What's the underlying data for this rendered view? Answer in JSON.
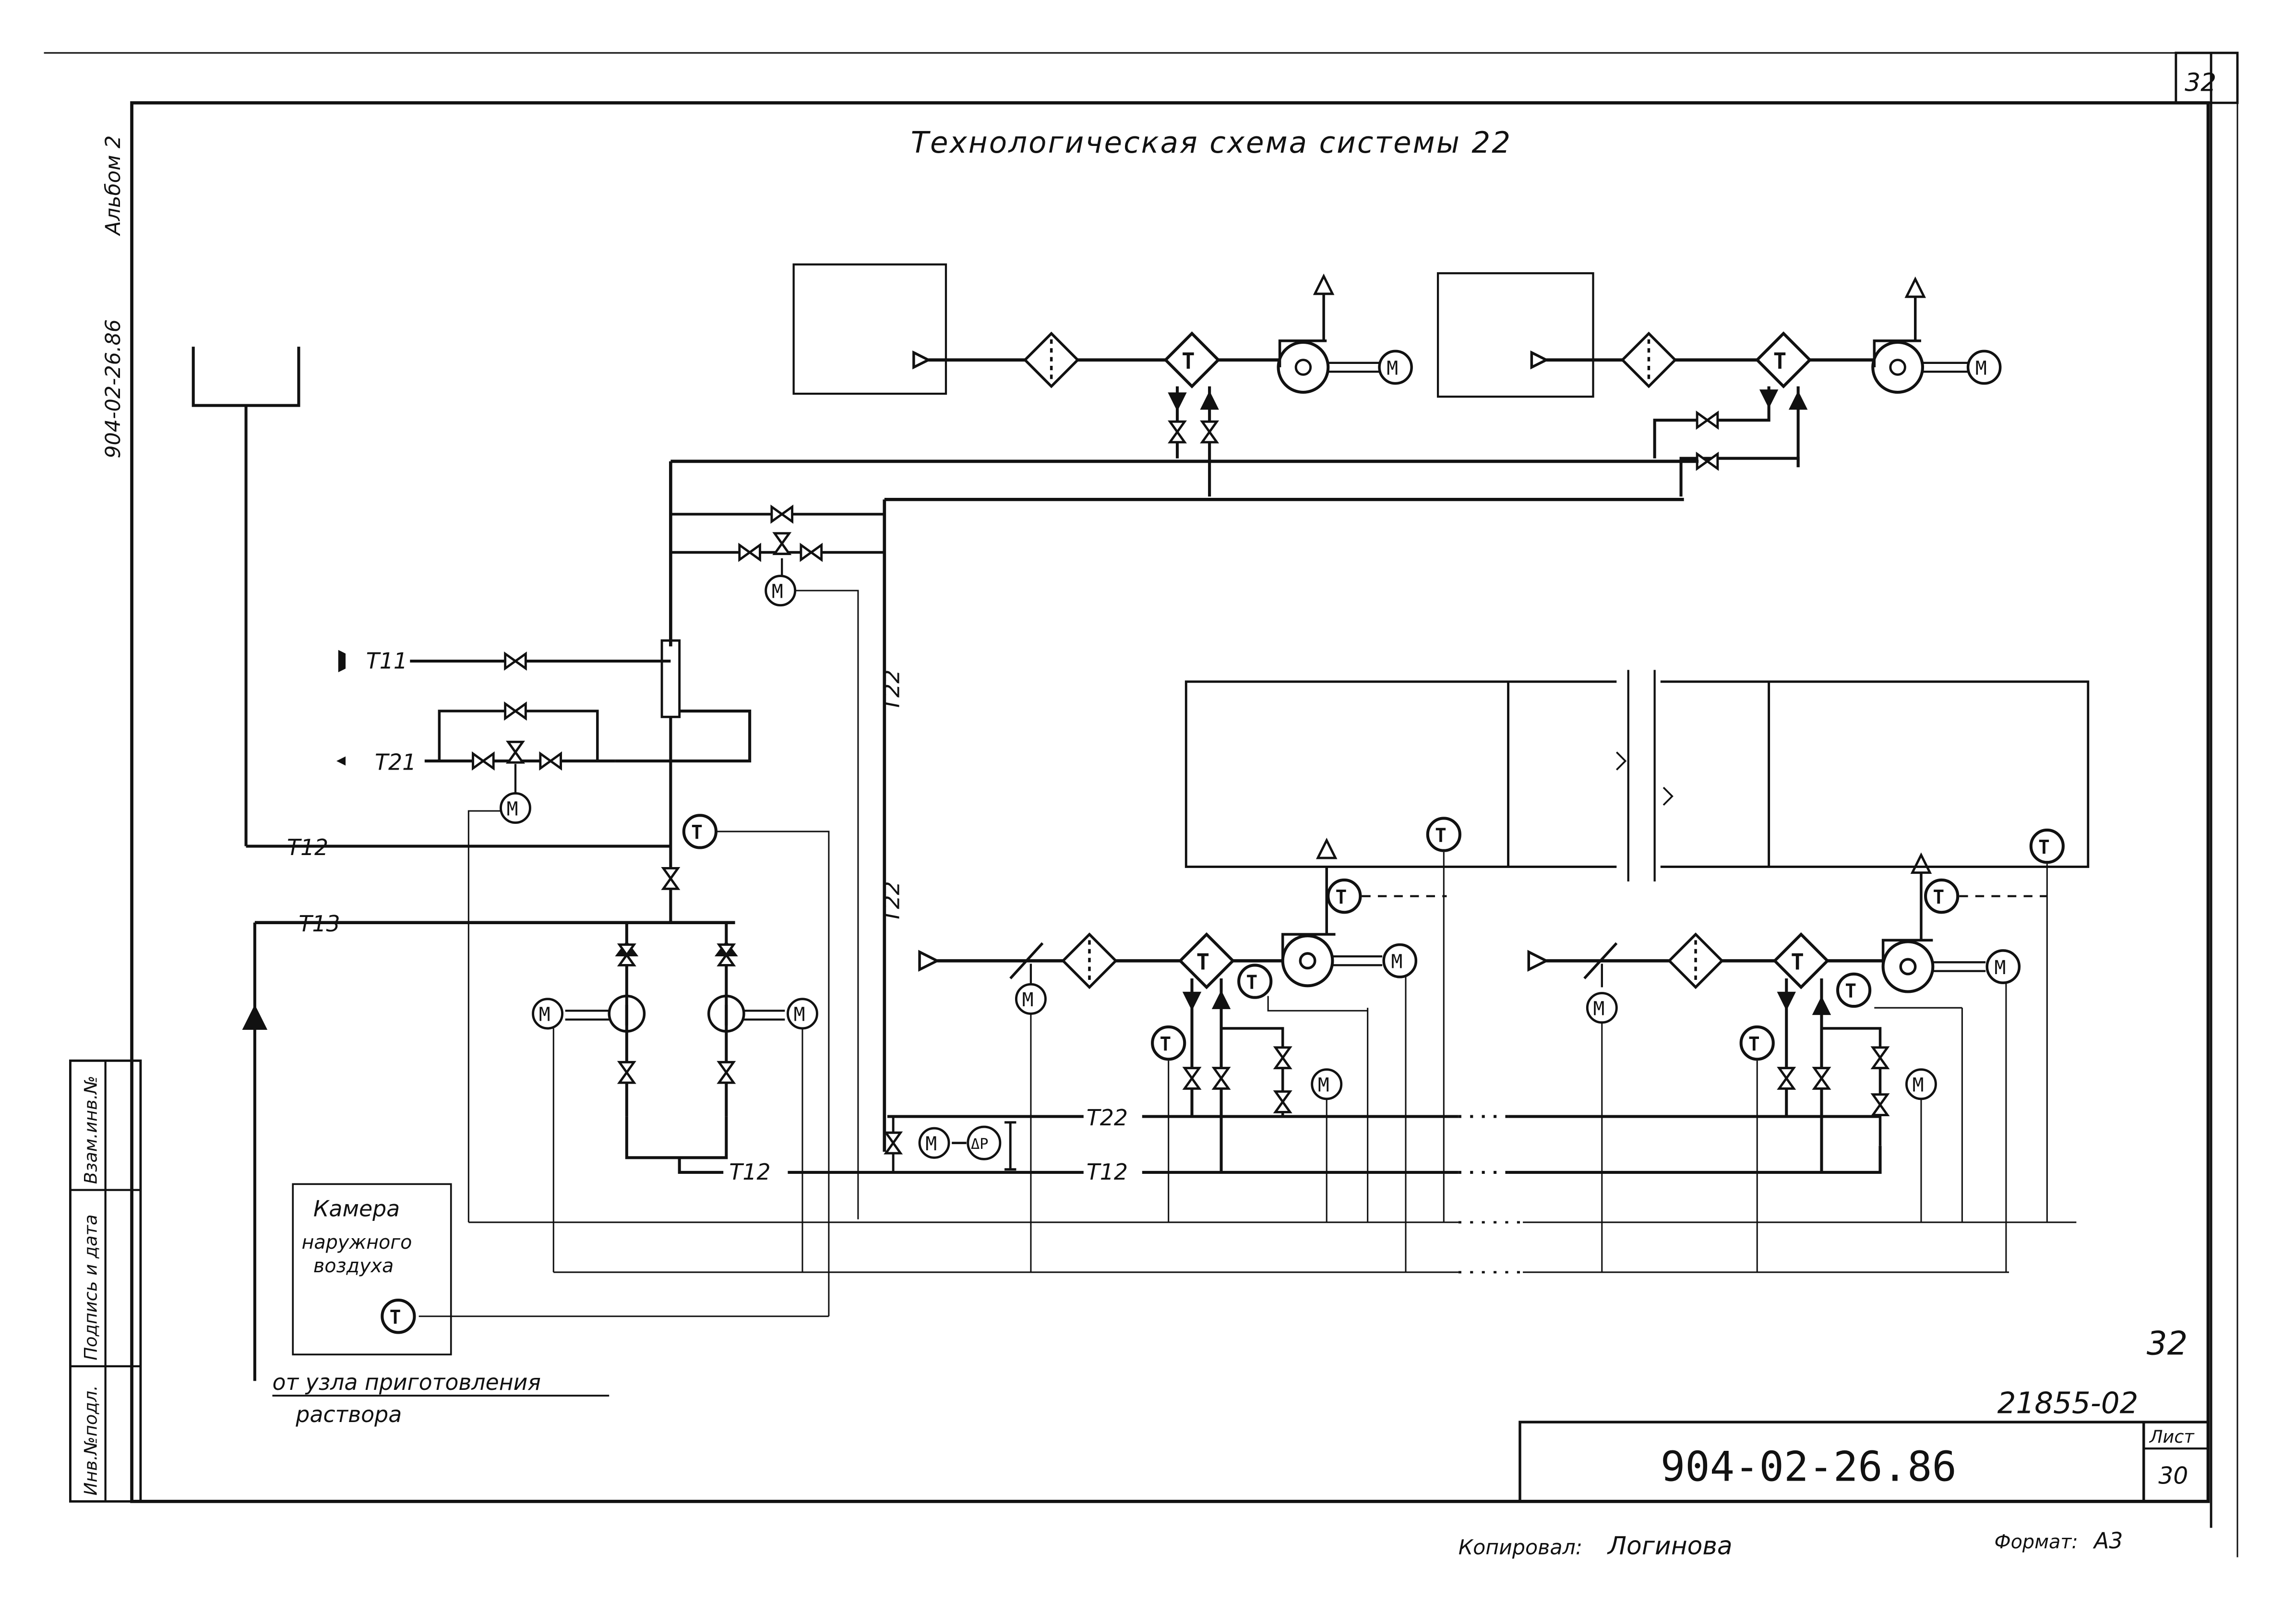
{
  "title": "Технологическая схема системы 22",
  "sheet_corner": "32",
  "sheet_number_mark": "32",
  "album_code": "904-02-26.86",
  "album_name": "Альбом 2",
  "side_stamp": {
    "inv_podl": "Инв.№подл.",
    "podp_data": "Подпись и дата",
    "vzam_inv": "Взам.инв.№"
  },
  "pipes": {
    "t11": "Т11",
    "t21": "Т21",
    "t12": "Т12",
    "t13": "Т13",
    "t22": "Т22"
  },
  "symbols": {
    "motor": "М",
    "temperature": "Т",
    "pressure_diff": "ΔР"
  },
  "outdoor_chamber": {
    "line1": "Камера",
    "line2": "наружного",
    "line3": "воздуха"
  },
  "from_unit": {
    "line1": "от узла приготовления",
    "line2": "раствора"
  },
  "title_block": {
    "order_number": "21855-02",
    "doc_code": "904-02-26.86",
    "sheet_label": "Лист",
    "sheet_value": "30"
  },
  "footer": {
    "copied_label": "Копировал:",
    "copied_name": "Логинова",
    "format_label": "Формат:",
    "format_value": "А3"
  }
}
